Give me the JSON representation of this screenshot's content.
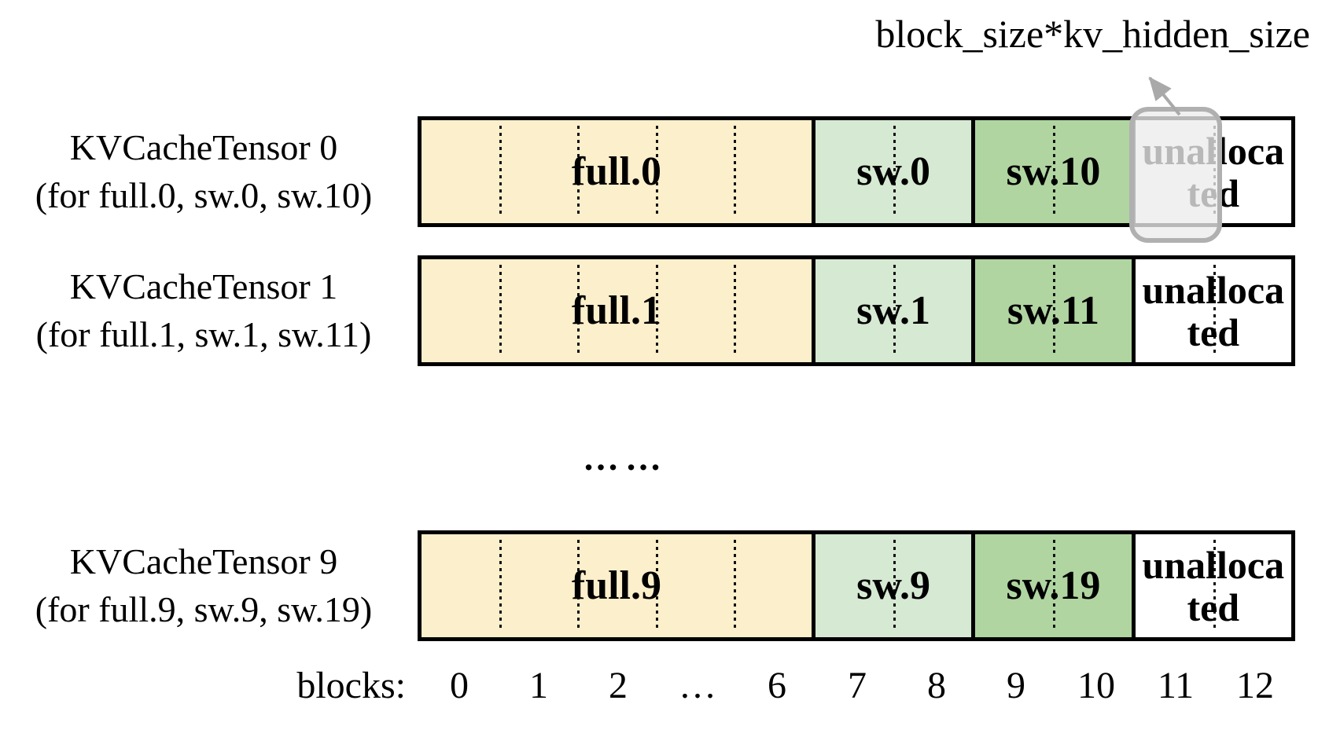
{
  "annotation": {
    "label": "block_size*kv_hidden_size"
  },
  "rows": [
    {
      "title": "KVCacheTensor 0",
      "subtitle": "(for full.0, sw.0, sw.10)",
      "highlighted_block": "11",
      "segments": [
        {
          "label": "full.0"
        },
        {
          "label": "sw.0"
        },
        {
          "label": "sw.10"
        },
        {
          "label": "unallocated"
        }
      ]
    },
    {
      "title": "KVCacheTensor 1",
      "subtitle": "(for full.1, sw.1, sw.11)",
      "segments": [
        {
          "label": "full.1"
        },
        {
          "label": "sw.1"
        },
        {
          "label": "sw.11"
        },
        {
          "label": "unallocated"
        }
      ]
    },
    {
      "title": "KVCacheTensor 9",
      "subtitle": "(for full.9, sw.9, sw.19)",
      "segments": [
        {
          "label": "full.9"
        },
        {
          "label": "sw.9"
        },
        {
          "label": "sw.19"
        },
        {
          "label": "unallocated"
        }
      ]
    }
  ],
  "rows_ellipsis": "……",
  "axis": {
    "label": "blocks:",
    "ticks": [
      "0",
      "1",
      "2",
      "…",
      "6",
      "7",
      "8",
      "9",
      "10",
      "11",
      "12"
    ]
  },
  "colors": {
    "full": "#FCEFCB",
    "sw": "#D6E9D2",
    "sw1x": "#B0D5A1",
    "bar_border": "#000000",
    "overlay_fill": "#ECECEC",
    "overlay_border": "#B0B0B0",
    "arrow": "#A9A9A9"
  }
}
